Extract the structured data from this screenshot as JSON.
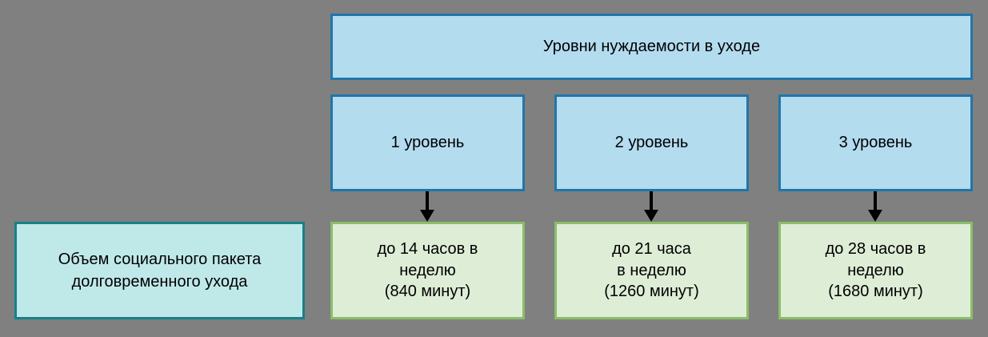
{
  "background_color": "#808080",
  "colors": {
    "level_box_fill": "#B3DCEF",
    "level_box_border": "#2176A8",
    "volume_box_fill": "#DEEDD6",
    "volume_box_border": "#8BBD69",
    "left_box_fill": "#BFE8E9",
    "left_box_border": "#168187",
    "arrow": "#000000",
    "text": "#000000"
  },
  "banner": {
    "label": "Уровни нуждаемости в уходе"
  },
  "levels": [
    {
      "label": "1 уровень",
      "volume_lines": [
        "до 14 часов в",
        "неделю",
        "(840 минут)"
      ]
    },
    {
      "label": "2 уровень",
      "volume_lines": [
        "до 21 часа",
        "в неделю",
        "(1260 минут)"
      ]
    },
    {
      "label": "3 уровень",
      "volume_lines": [
        "до 28 часов в",
        "неделю",
        "(1680 минут)"
      ]
    }
  ],
  "left_box": {
    "lines": [
      "Объем социального пакета",
      "долговременного ухода"
    ]
  }
}
